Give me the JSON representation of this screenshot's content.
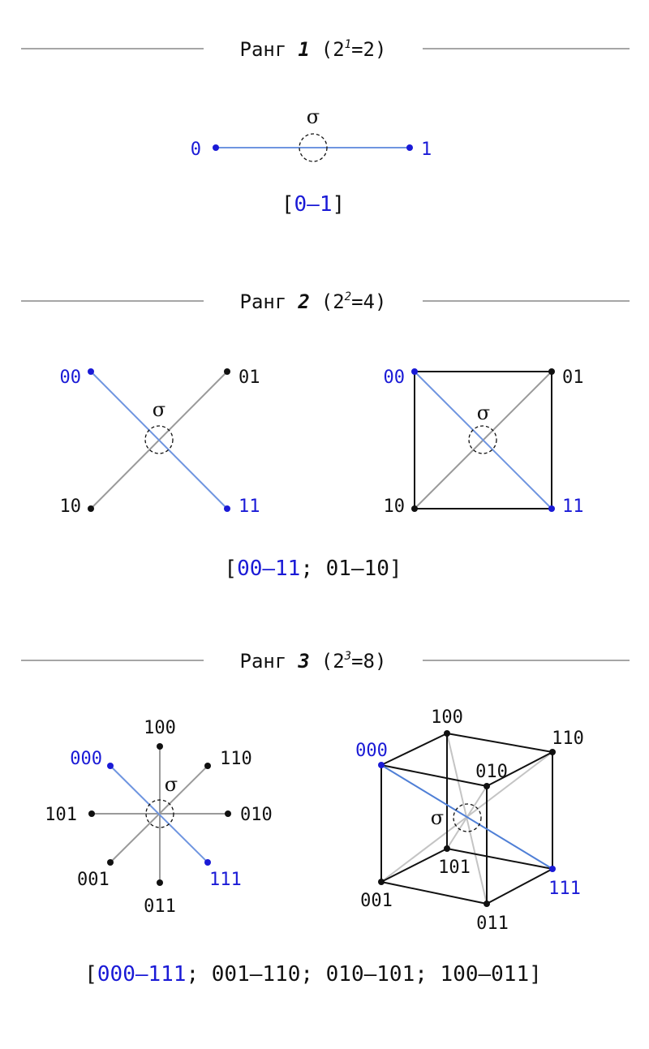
{
  "colors": {
    "accent": "#1a1ad6",
    "accent_line": "#6f95e0",
    "gray_line": "#9a9a9a",
    "light_line": "#c4c4c4",
    "black": "#111111",
    "rule": "#a6a6a6"
  },
  "sigma": "σ",
  "sections": [
    {
      "heading": {
        "word": "Ранг",
        "rank": "1",
        "paren_open": "(2",
        "exponent": "1",
        "paren_close": "=2)"
      },
      "diagram": {
        "left_label": "0",
        "right_label": "1"
      },
      "pairs": {
        "open": "[",
        "highlight": "0–1",
        "rest": "",
        "close": "]"
      }
    },
    {
      "heading": {
        "word": "Ранг",
        "rank": "2",
        "paren_open": "(2",
        "exponent": "2",
        "paren_close": "=4)"
      },
      "cross": {
        "tl": "00",
        "tr": "01",
        "bl": "10",
        "br": "11"
      },
      "square": {
        "tl": "00",
        "tr": "01",
        "bl": "10",
        "br": "11"
      },
      "pairs": {
        "open": "[",
        "highlight": "00–11",
        "rest": "; 01–10",
        "close": "]"
      }
    },
    {
      "heading": {
        "word": "Ранг",
        "rank": "3",
        "paren_open": "(2",
        "exponent": "3",
        "paren_close": "=8)"
      },
      "star": {
        "top": "100",
        "top_right": "110",
        "right": "010",
        "bottom_right": "111",
        "bottom": "011",
        "bottom_left": "001",
        "left": "101",
        "top_left": "000"
      },
      "cube": {
        "front_tl": "000",
        "front_bl": "001",
        "inner_top": "100",
        "inner_bottom": "101",
        "back_tr": "110",
        "inner_right_top": "010",
        "back_br": "111",
        "bottom_front": "011"
      },
      "pairs": {
        "open": "[",
        "highlight": "000–111",
        "rest": "; 001–110; 010–101; 100–011",
        "close": "]"
      }
    }
  ]
}
